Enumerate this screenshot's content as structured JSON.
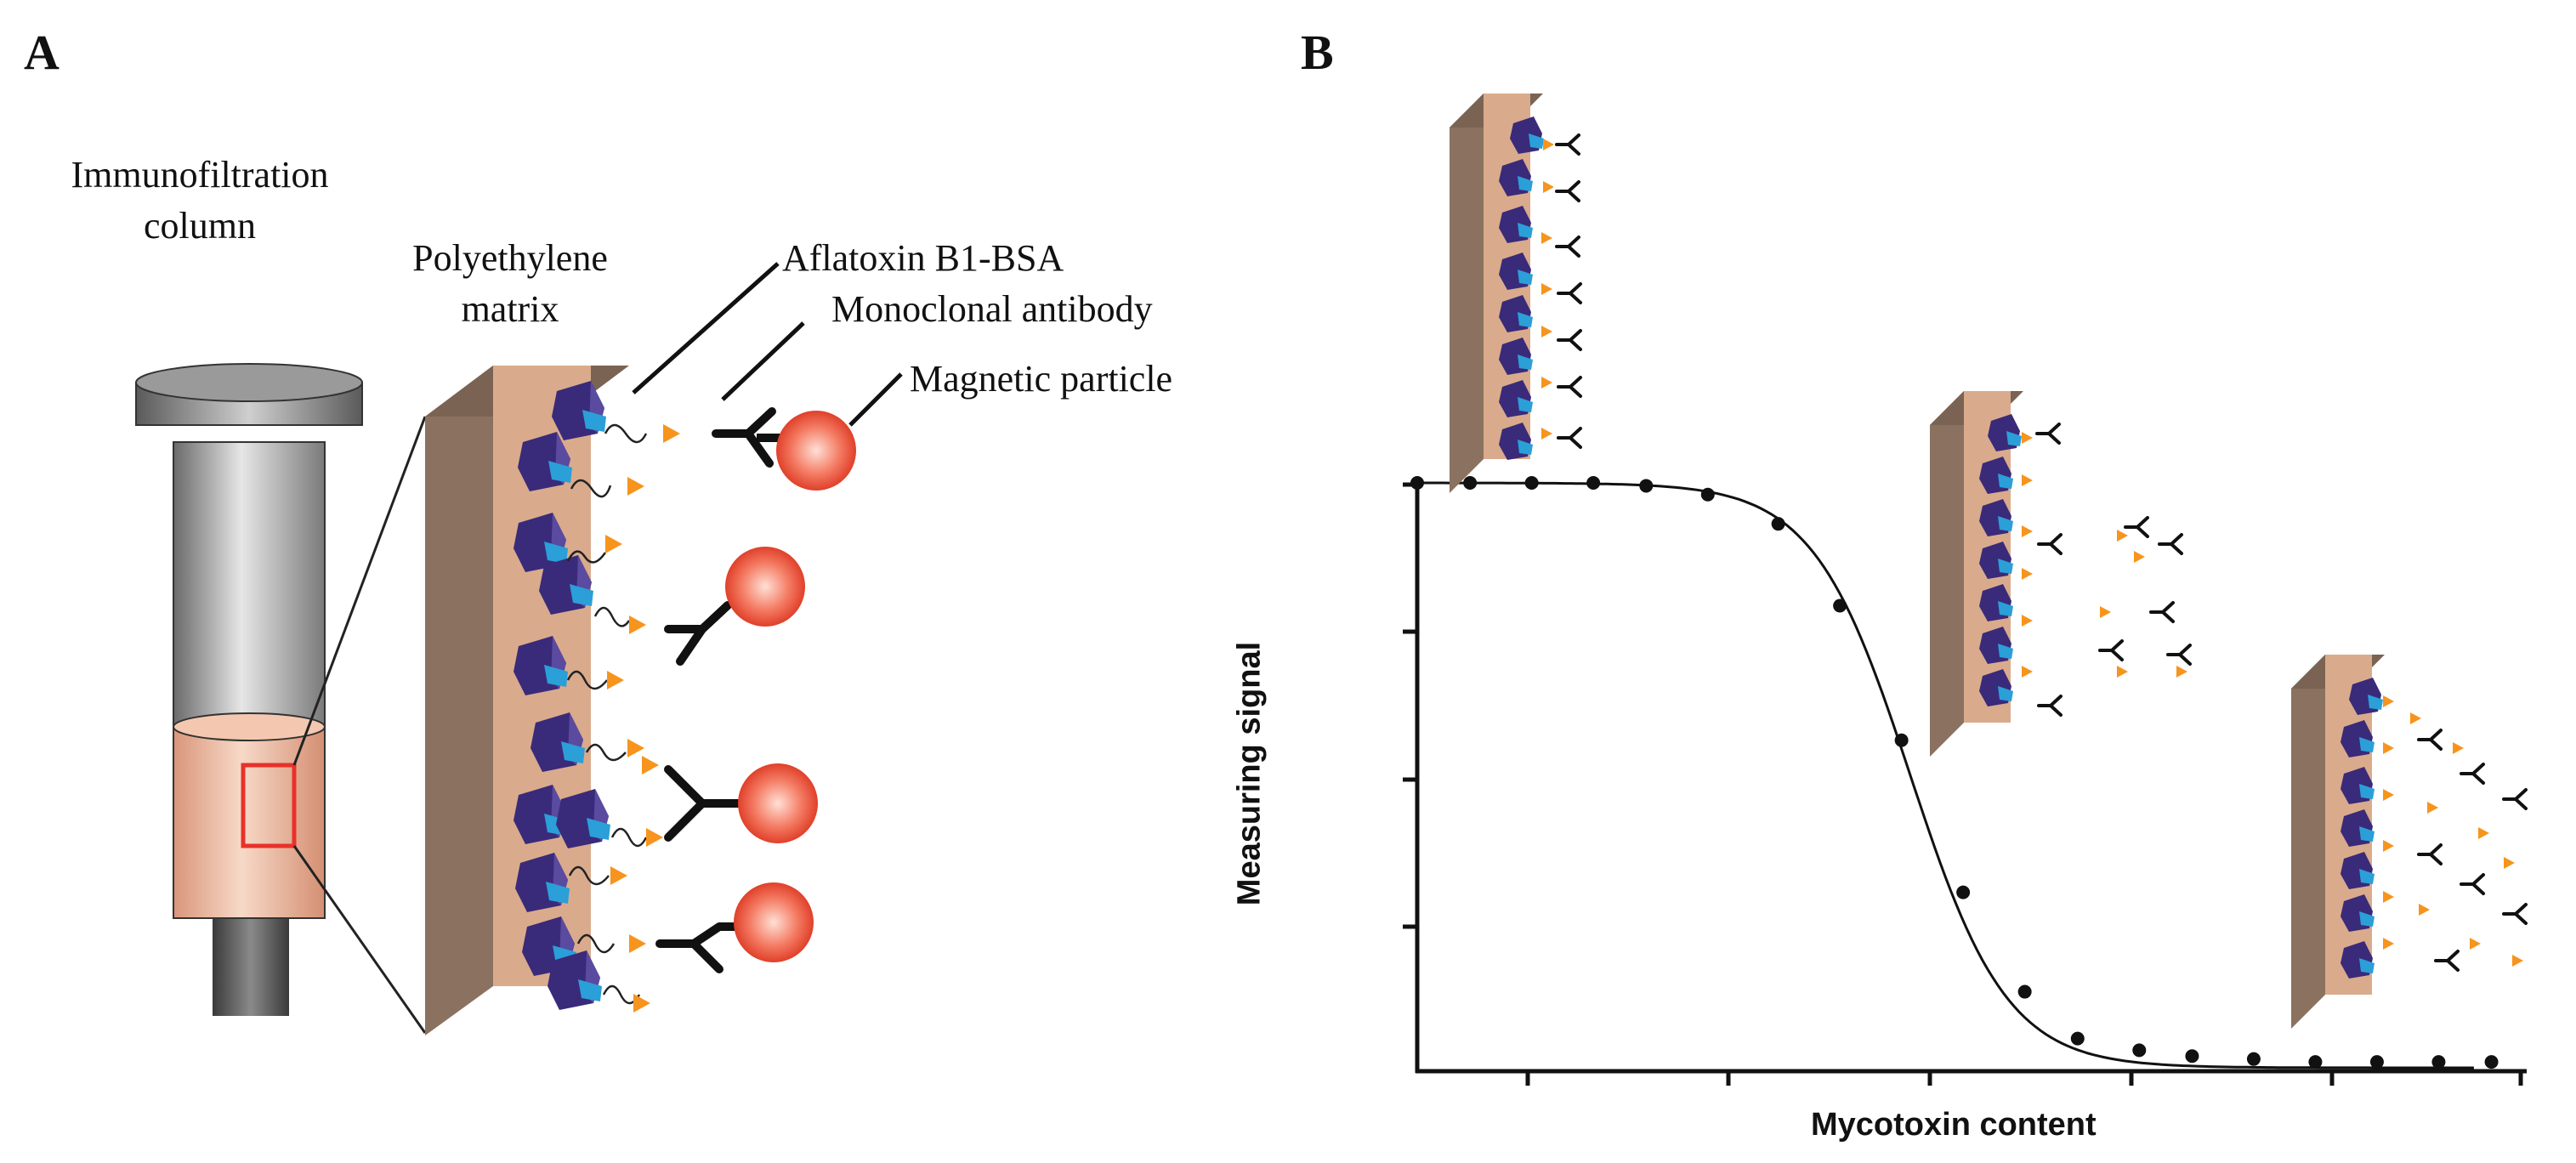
{
  "panels": {
    "a": {
      "label": "A"
    },
    "b": {
      "label": "B"
    }
  },
  "labels": {
    "column_line1": "Immunofiltration",
    "column_line2": "column",
    "matrix_line1": "Polyethylene",
    "matrix_line2": "matrix",
    "aflatoxin": "Aflatoxin B1-BSA",
    "antibody": "Monoclonal antibody",
    "particle": "Magnetic particle"
  },
  "plot": {
    "xlabel": "Mycotoxin content",
    "ylabel": "Measuring signal",
    "curve": "sigmoid",
    "points": [
      [
        0.0,
        1.0
      ],
      [
        0.06,
        1.0
      ],
      [
        0.13,
        1.0
      ],
      [
        0.2,
        1.0
      ],
      [
        0.26,
        0.995
      ],
      [
        0.33,
        0.98
      ],
      [
        0.41,
        0.93
      ],
      [
        0.48,
        0.79
      ],
      [
        0.55,
        0.56
      ],
      [
        0.62,
        0.3
      ],
      [
        0.69,
        0.13
      ],
      [
        0.75,
        0.05
      ],
      [
        0.82,
        0.03
      ],
      [
        0.88,
        0.02
      ],
      [
        0.95,
        0.015
      ],
      [
        1.02,
        0.01
      ],
      [
        1.09,
        0.01
      ],
      [
        1.16,
        0.01
      ],
      [
        1.22,
        0.01
      ]
    ]
  },
  "colors": {
    "matrix_face": "#d9ab8c",
    "matrix_side": "#8b7260",
    "protein_dark": "#3a2a7a",
    "protein_light": "#2a9fd8",
    "toxin": "#f7941d",
    "particle": "#e8472e",
    "column_fill": "#f0c4a8",
    "marker_box": "#e8312a"
  }
}
